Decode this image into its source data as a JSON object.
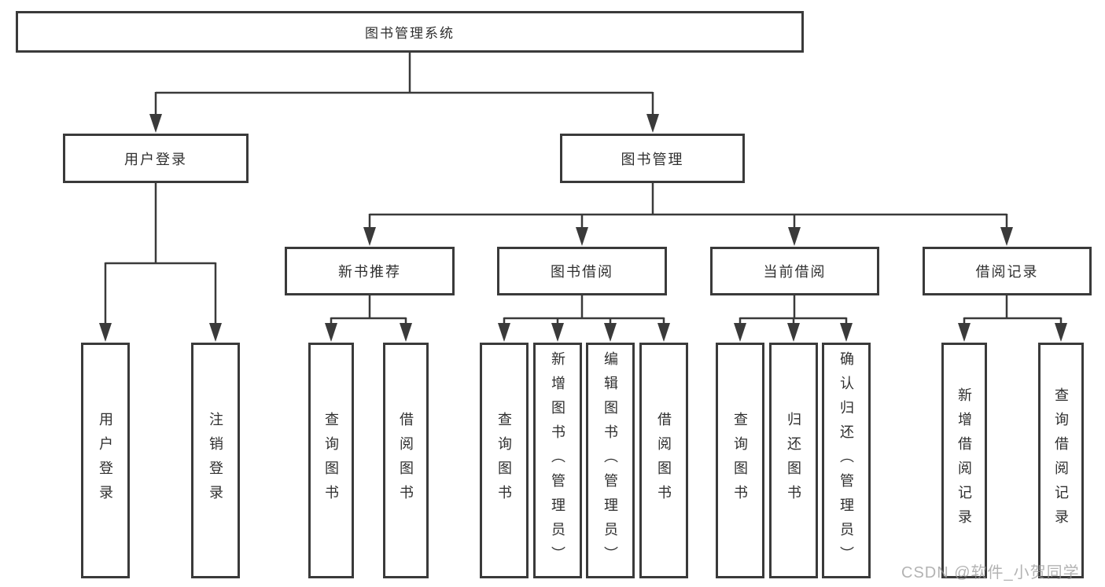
{
  "tree": {
    "root": {
      "label": "图书管理系统",
      "children": [
        {
          "label": "用户登录",
          "children": [
            {
              "label": "用户登录"
            },
            {
              "label": "注销登录"
            }
          ]
        },
        {
          "label": "图书管理",
          "children": [
            {
              "label": "新书推荐",
              "children": [
                {
                  "label": "查询图书"
                },
                {
                  "label": "借阅图书"
                }
              ]
            },
            {
              "label": "图书借阅",
              "children": [
                {
                  "label": "查询图书"
                },
                {
                  "label": "新增图书（管理员）"
                },
                {
                  "label": "编辑图书（管理员）"
                },
                {
                  "label": "借阅图书"
                }
              ]
            },
            {
              "label": "当前借阅",
              "children": [
                {
                  "label": "查询图书"
                },
                {
                  "label": "归还图书"
                },
                {
                  "label": "确认归还（管理员）"
                }
              ]
            },
            {
              "label": "借阅记录",
              "children": [
                {
                  "label": "新增借阅记录"
                },
                {
                  "label": "查询借阅记录"
                }
              ]
            }
          ]
        }
      ]
    }
  },
  "watermark": {
    "text": "CSDN @软件_小贺同学"
  },
  "colors": {
    "line": "#3a3a3a",
    "text": "#2f2f2f",
    "background": "#ffffff",
    "watermark": "#9a9a9a"
  }
}
